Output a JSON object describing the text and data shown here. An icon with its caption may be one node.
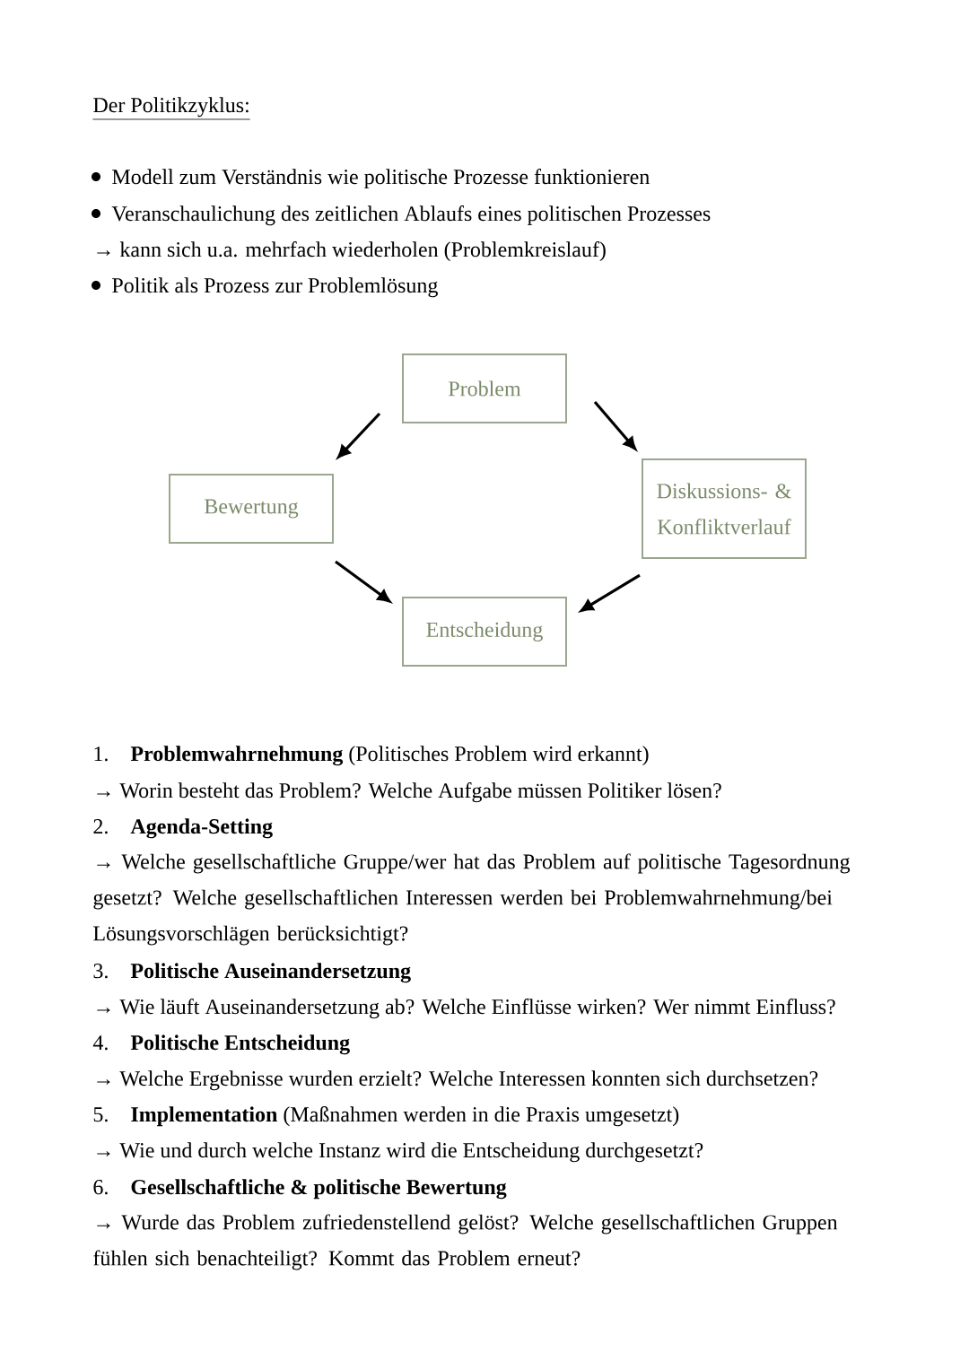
{
  "diagram": {
    "title": "Der Politikzyklus:",
    "nodes": [
      {
        "text": [
          "Problem"
        ]
      },
      {
        "text": [
          "Bewertung"
        ]
      },
      {
        "text": [
          "Diskussions- & Konfliktverlauf"
        ]
      },
      {
        "text": [
          "Entscheidung"
        ]
      }
    ],
    "edges": [
      {
        "from": 0,
        "to": 1,
        "arrow": "to"
      },
      {
        "from": 0,
        "to": 2,
        "arrow": "to"
      },
      {
        "from": 2,
        "to": 3,
        "arrow": "to"
      },
      {
        "from": 1,
        "to": 3,
        "arrow": "to"
      }
    ],
    "labels": [
      "Modell zum Verständnis wie politische Prozesse funktionieren",
      "Veranschaulichung des zeitlichen Ablaufs eines politischen Prozesses",
      "→ kann sich u.a. mehrfach wiederholen (Problemkreislauf)",
      "Politik als Prozess zur Problemlösung",
      "1.",
      "**Problemwahrnehmung** (Politisches Problem wird erkannt)",
      "→ Worin besteht das Problem? Welche Aufgabe müssen Politiker lösen?",
      "2.",
      "Agenda-Setting",
      "→ Welche gesellschaftliche Gruppe/wer hat das Problem auf politische Tagesordnung gesetzt? Welche gesellschaftlichen Interessen werden bei Problemwahrnehmung/bei Lösungsvorschlägen berücksichtigt?",
      "3.",
      "Politische Auseinandersetzung",
      "→ Wie läuft Auseinandersetzung ab? Welche Einflüsse wirken? Wer nimmt Einfluss?",
      "4.",
      "Politische Entscheidung",
      "→ Welche Ergebnisse wurden erzielt? Welche Interessen konnten sich durchsetzen?",
      "5.",
      "**Implementation** (Maßnahmen werden in die Praxis umgesetzt)",
      "→ Wie und durch welche Instanz wird die Entscheidung durchgesetzt?",
      "6.",
      "Gesellschaftliche & politische Bewertung",
      "→ Wurde das Problem zufriedenstellend gelöst? Welche gesellschaftlichen Gruppen fühlen sich benachteiligt? Kommt das Problem erneut?"
    ]
  }
}
